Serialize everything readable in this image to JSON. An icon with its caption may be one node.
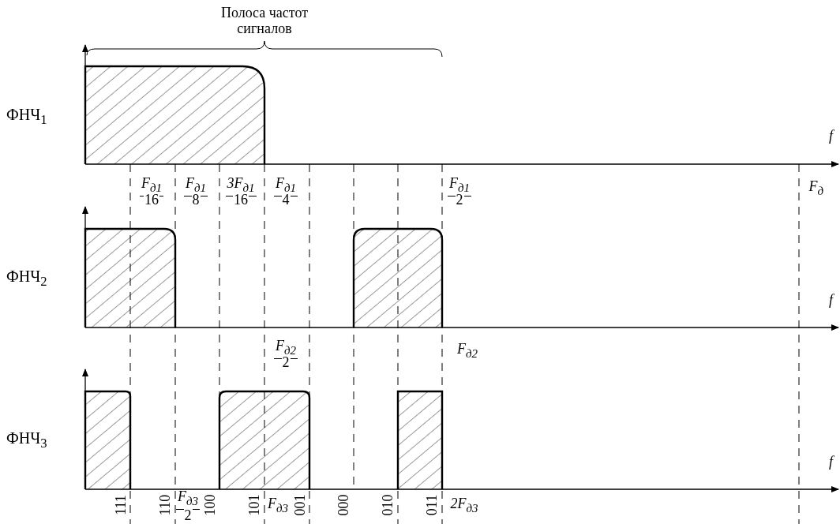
{
  "diagram": {
    "labels": [
      "Полоса частот сигналов",
      "ФНЧ$_{1}$",
      "f",
      "F$_{д1}$",
      "16",
      "F$_{д1}$",
      "8",
      "3F$_{д1}$",
      "16",
      "F$_{д1}$",
      "4",
      "F$_{д1}$",
      "2",
      "F$_{д}$",
      "ФНЧ$_{2}$",
      "f",
      "F$_{д2}$",
      "2",
      "F$_{д2}$",
      "ФНЧ$_{3}$",
      "f",
      "111",
      "110",
      "F$_{д3}$",
      "2",
      "100",
      "101",
      "F$_{д3}$",
      "001",
      "000",
      "010",
      "011",
      "2F$_{д3}$"
    ]
  }
}
